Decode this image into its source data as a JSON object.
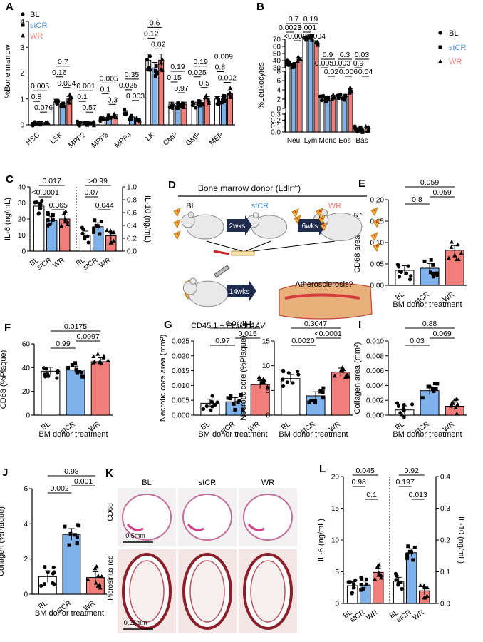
{
  "colors": {
    "BL": "#ffffff",
    "stCR": "#7fb2ea",
    "WR": "#f07f7c",
    "stCR_text": "#4f8fd8",
    "WR_text": "#ea7b7a"
  },
  "panels": {
    "A": {
      "letter": "A",
      "ylabel": "%Bone marrow",
      "ticks": [
        "0",
        "1",
        "2",
        "3",
        "4"
      ],
      "legend": [
        "BL",
        "stCR",
        "WR"
      ],
      "pvals": [
        [
          "0.005",
          "0.8",
          "0.076"
        ],
        [
          "0.7",
          "0.16",
          "0.004"
        ],
        [
          "0.001",
          "0.1",
          "0.57"
        ],
        [
          "0.005",
          "0.1",
          "0.3"
        ],
        [
          "0.35",
          "0.025",
          "0.003"
        ],
        [
          "0.6",
          "0.12",
          "0.02"
        ],
        [
          "0.19",
          "0.15",
          "0.97"
        ],
        [
          "0.19",
          "0.025",
          "0.5"
        ],
        [
          "0.009",
          "0.8",
          "0.002"
        ]
      ]
    },
    "B": {
      "letter": "B",
      "ylabel": "%Leukocytes",
      "legend": [
        "BL",
        "stCR",
        "WR"
      ],
      "ticks_top": [
        "30",
        "40",
        "50",
        "60",
        "70"
      ],
      "ticks_mid": [
        "0",
        "2",
        "4",
        "6",
        "8"
      ],
      "ticks_bot": [
        "0.0",
        "0.1",
        "0.2",
        "0.3"
      ],
      "pvals": [
        [
          "0.7",
          "0.0023",
          "<0.0001"
        ],
        [
          "0.19",
          "0.001",
          "0.0004"
        ],
        [
          "0.9",
          "0.005",
          "0.02"
        ],
        [
          "0.3",
          "0.003",
          "0.006"
        ],
        [
          "0.03",
          "0.9",
          "0.04"
        ]
      ]
    },
    "C": {
      "letter": "C",
      "ylabel_left": "IL-6 (ng/mL)",
      "ylabel_right": "IL-10 (ng/mL)",
      "ticks_left": [
        "0",
        "10",
        "20",
        "30",
        "40"
      ],
      "ticks_right": [
        "0.0",
        "0.2",
        "0.4",
        "0.6",
        "0.8",
        "1.0"
      ],
      "pvals_left": [
        "0.017",
        "<0.0001",
        "0.365"
      ],
      "pvals_right": [
        ">0.99",
        "0.07",
        "0.044"
      ],
      "xlabels": [
        "BL",
        "stCR",
        "WR",
        "BL",
        "stCR",
        "WR"
      ]
    },
    "D": {
      "letter": "D",
      "title": "Bone marrow donor (Ldlr",
      "title_sup": "-/-",
      "title_end": ")",
      "groups": [
        "BL",
        "stCR",
        "WR"
      ],
      "arrow1": "2wks",
      "arrow2": "6wks",
      "arrow3": "14wks",
      "outcome": "Atherosclerosis?",
      "recipient_pre": "CD45.1 + ",
      "recipient_italic": "Pcsk9 AAV"
    },
    "E": {
      "letter": "E",
      "ylabel": "CD68 area (mm²)",
      "xlabel": "BM donor treatment",
      "ticks": [
        "0.00",
        "0.05",
        "0.10",
        "0.15",
        "0.20"
      ],
      "pvals": [
        "0.059",
        "0.8",
        "0.059"
      ],
      "xlabels": [
        "BL",
        "stCR",
        "WR"
      ]
    },
    "F": {
      "letter": "F",
      "ylabel": "CD68 (%Plaque)",
      "xlabel": "BM donor treatment",
      "ticks": [
        "0",
        "20",
        "40",
        "60"
      ],
      "pvals": [
        "0.0175",
        "0.99",
        "0.0097"
      ],
      "xlabels": [
        "BL",
        "stCR",
        "WR"
      ]
    },
    "G": {
      "letter": "G",
      "ylabel": "Necrotic core area (mm²)",
      "xlabel": "BM donor treatment",
      "ticks": [
        "0.000",
        "0.005",
        "0.010",
        "0.015",
        "0.020",
        "0.025"
      ],
      "pvals": [
        "0.044",
        "0.97",
        "0.015"
      ],
      "xlabels": [
        "BL",
        "stCR",
        "WR"
      ]
    },
    "H": {
      "letter": "H",
      "ylabel": "Necrotic core (%Plaque)",
      "xlabel": "BM donor treatment",
      "ticks": [
        "0",
        "5",
        "10",
        "15"
      ],
      "pvals": [
        "0.3047",
        "0.0020",
        "<0.0001"
      ],
      "xlabels": [
        "BL",
        "stCR",
        "WR"
      ]
    },
    "I": {
      "letter": "I",
      "ylabel": "Collagen area (mm²)",
      "xlabel": "BM donor treatment",
      "ticks": [
        "0.000",
        "0.002",
        "0.004",
        "0.006",
        "0.008",
        "0.010"
      ],
      "pvals": [
        "0.88",
        "0.03",
        "0.069"
      ],
      "xlabels": [
        "BL",
        "stCR",
        "WR"
      ]
    },
    "J": {
      "letter": "J",
      "ylabel": "Collagen (%Plaque)",
      "xlabel": "BM donor treatment",
      "ticks": [
        "0",
        "2",
        "4",
        "6"
      ],
      "pvals": [
        "0.98",
        "0.002",
        "0.001"
      ],
      "xlabels": [
        "BL",
        "stCR",
        "WR"
      ]
    },
    "K": {
      "letter": "K",
      "cols": [
        "BL",
        "stCR",
        "WR"
      ],
      "row1": "CD68",
      "row2": "Picrosirius red",
      "scale1": "0.5mm",
      "scale2": "0.25mm"
    },
    "L": {
      "letter": "L",
      "ylabel_left": "IL-6 (ng/mL)",
      "ylabel_right": "IL-10 (ng/mL)",
      "ticks_left": [
        "0",
        "5",
        "10",
        "15",
        "20"
      ],
      "ticks_right": [
        "0.0",
        "0.1",
        "0.2",
        "0.3",
        "0.4"
      ],
      "pvals_left": [
        "0.045",
        "0.98",
        "0.1"
      ],
      "pvals_right": [
        "0.92",
        "0.197",
        "0.013"
      ],
      "xlabels": [
        "BL",
        "stCR",
        "WR",
        "BL",
        "stCR",
        "WR"
      ]
    }
  },
  "chart_data": [
    {
      "panel": "A",
      "type": "bar",
      "categories": [
        "HSC",
        "LSK",
        "MPP2",
        "MPP3",
        "MPP4",
        "LK",
        "CMP",
        "GMP",
        "MEP"
      ],
      "ylabel": "%Bone marrow",
      "ylim": [
        0,
        4
      ],
      "series": [
        {
          "name": "BL",
          "values": [
            0.05,
            0.9,
            0.05,
            0.2,
            0.5,
            2.5,
            0.8,
            0.8,
            1.0
          ]
        },
        {
          "name": "stCR",
          "values": [
            0.02,
            0.75,
            0.02,
            0.3,
            0.3,
            2.2,
            0.75,
            0.85,
            1.0
          ]
        },
        {
          "name": "WR",
          "values": [
            0.05,
            1.0,
            0.05,
            0.35,
            0.2,
            2.5,
            0.8,
            1.0,
            1.2
          ]
        }
      ]
    },
    {
      "panel": "B",
      "type": "bar",
      "categories": [
        "Neu",
        "Lym",
        "Mono",
        "Eos",
        "Bas"
      ],
      "ylabel": "%Leukocytes",
      "series": [
        {
          "name": "BL",
          "values": [
            37,
            70,
            2.3,
            2.5,
            0.05
          ]
        },
        {
          "name": "stCR",
          "values": [
            33,
            72,
            1.9,
            2.2,
            0.04
          ]
        },
        {
          "name": "WR",
          "values": [
            42,
            64,
            2.5,
            3.9,
            0.06
          ]
        }
      ]
    },
    {
      "panel": "C",
      "type": "bar",
      "categories": [
        "BL",
        "stCR",
        "WR",
        "BL",
        "stCR",
        "WR"
      ],
      "ylabel": "IL-6 (ng/mL)",
      "ylim": [
        0,
        40
      ],
      "series": [
        {
          "name": "IL-6",
          "values": [
            28,
            19,
            20
          ]
        },
        {
          "name": "IL-10",
          "values": [
            0.25,
            0.38,
            0.24
          ]
        }
      ]
    },
    {
      "panel": "E",
      "type": "bar",
      "categories": [
        "BL",
        "stCR",
        "WR"
      ],
      "values": [
        0.035,
        0.04,
        0.082
      ],
      "ylim": [
        0,
        0.2
      ]
    },
    {
      "panel": "F",
      "type": "bar",
      "categories": [
        "BL",
        "stCR",
        "WR"
      ],
      "values": [
        37,
        38,
        45
      ],
      "ylim": [
        0,
        60
      ]
    },
    {
      "panel": "G",
      "type": "bar",
      "categories": [
        "BL",
        "stCR",
        "WR"
      ],
      "values": [
        0.004,
        0.0045,
        0.0103
      ],
      "ylim": [
        0,
        0.025
      ]
    },
    {
      "panel": "H",
      "type": "bar",
      "categories": [
        "BL",
        "stCR",
        "WR"
      ],
      "values": [
        7.4,
        3.9,
        8.7
      ],
      "ylim": [
        0,
        15
      ]
    },
    {
      "panel": "I",
      "type": "bar",
      "categories": [
        "BL",
        "stCR",
        "WR"
      ],
      "values": [
        0.0007,
        0.0033,
        0.0012
      ],
      "ylim": [
        0,
        0.01
      ]
    },
    {
      "panel": "J",
      "type": "bar",
      "categories": [
        "BL",
        "stCR",
        "WR"
      ],
      "values": [
        1.0,
        3.4,
        0.95
      ],
      "ylim": [
        0,
        6
      ]
    },
    {
      "panel": "L",
      "type": "bar",
      "categories": [
        "BL",
        "stCR",
        "WR",
        "BL",
        "stCR",
        "WR"
      ],
      "ylabel": "IL-6 (ng/mL)",
      "ylim": [
        0,
        20
      ],
      "series": [
        {
          "name": "IL-6",
          "values": [
            2.8,
            2.9,
            4.9
          ]
        },
        {
          "name": "IL-10",
          "values": [
            0.07,
            0.16,
            0.04
          ]
        }
      ]
    }
  ]
}
